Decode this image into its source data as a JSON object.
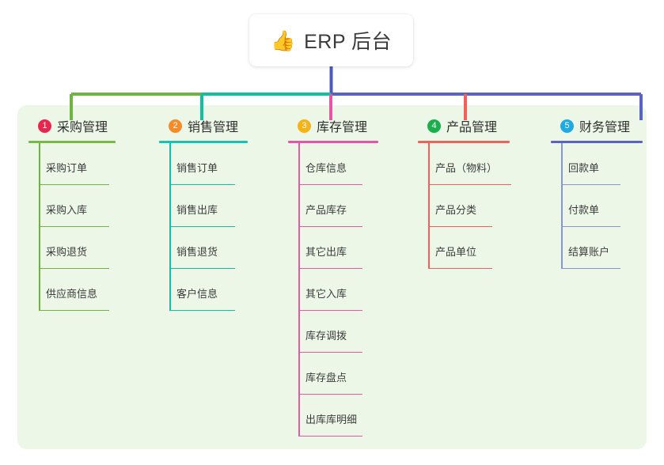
{
  "diagram": {
    "type": "mind-map",
    "root": {
      "icon": "thumbs-up-icon",
      "emoji": "👍",
      "title": "ERP 后台"
    },
    "panel_color": "#edf7e8",
    "root_connector_color": "#4a5bc0",
    "bus_segments": [
      {
        "name": "bus-green",
        "color": "#6fb442"
      },
      {
        "name": "bus-teal",
        "color": "#12bfa0"
      },
      {
        "name": "bus-blue",
        "color": "#5a62c4"
      }
    ],
    "columns": [
      {
        "index": "1",
        "title": "采购管理",
        "badge_color": "#e8254f",
        "rule_color": "#78b74a",
        "branch_color": "#6fb442",
        "items": [
          "采购订单",
          "采购入库",
          "采购退货",
          "供应商信息"
        ]
      },
      {
        "index": "2",
        "title": "销售管理",
        "badge_color": "#f68b28",
        "rule_color": "#16c3b0",
        "branch_color": "#12bfa0",
        "items": [
          "销售订单",
          "销售出库",
          "销售退货",
          "客户信息"
        ]
      },
      {
        "index": "3",
        "title": "库存管理",
        "badge_color": "#f5b317",
        "rule_color": "#e855a8",
        "branch_color": "#e55ba2",
        "items": [
          "仓库信息",
          "产品库存",
          "其它出库",
          "其它入库",
          "库存调拨",
          "库存盘点",
          "出库库明细"
        ]
      },
      {
        "index": "4",
        "title": "产品管理",
        "badge_color": "#1aaf4b",
        "rule_color": "#f2605c",
        "branch_color": "#f2605c",
        "items": [
          "产品（物料）",
          "产品分类",
          "产品单位"
        ]
      },
      {
        "index": "5",
        "title": "财务管理",
        "badge_color": "#21a9e1",
        "rule_color": "#5a62c4",
        "branch_color": "#8795d8",
        "items": [
          "回款单",
          "付款单",
          "结算账户"
        ]
      }
    ]
  }
}
